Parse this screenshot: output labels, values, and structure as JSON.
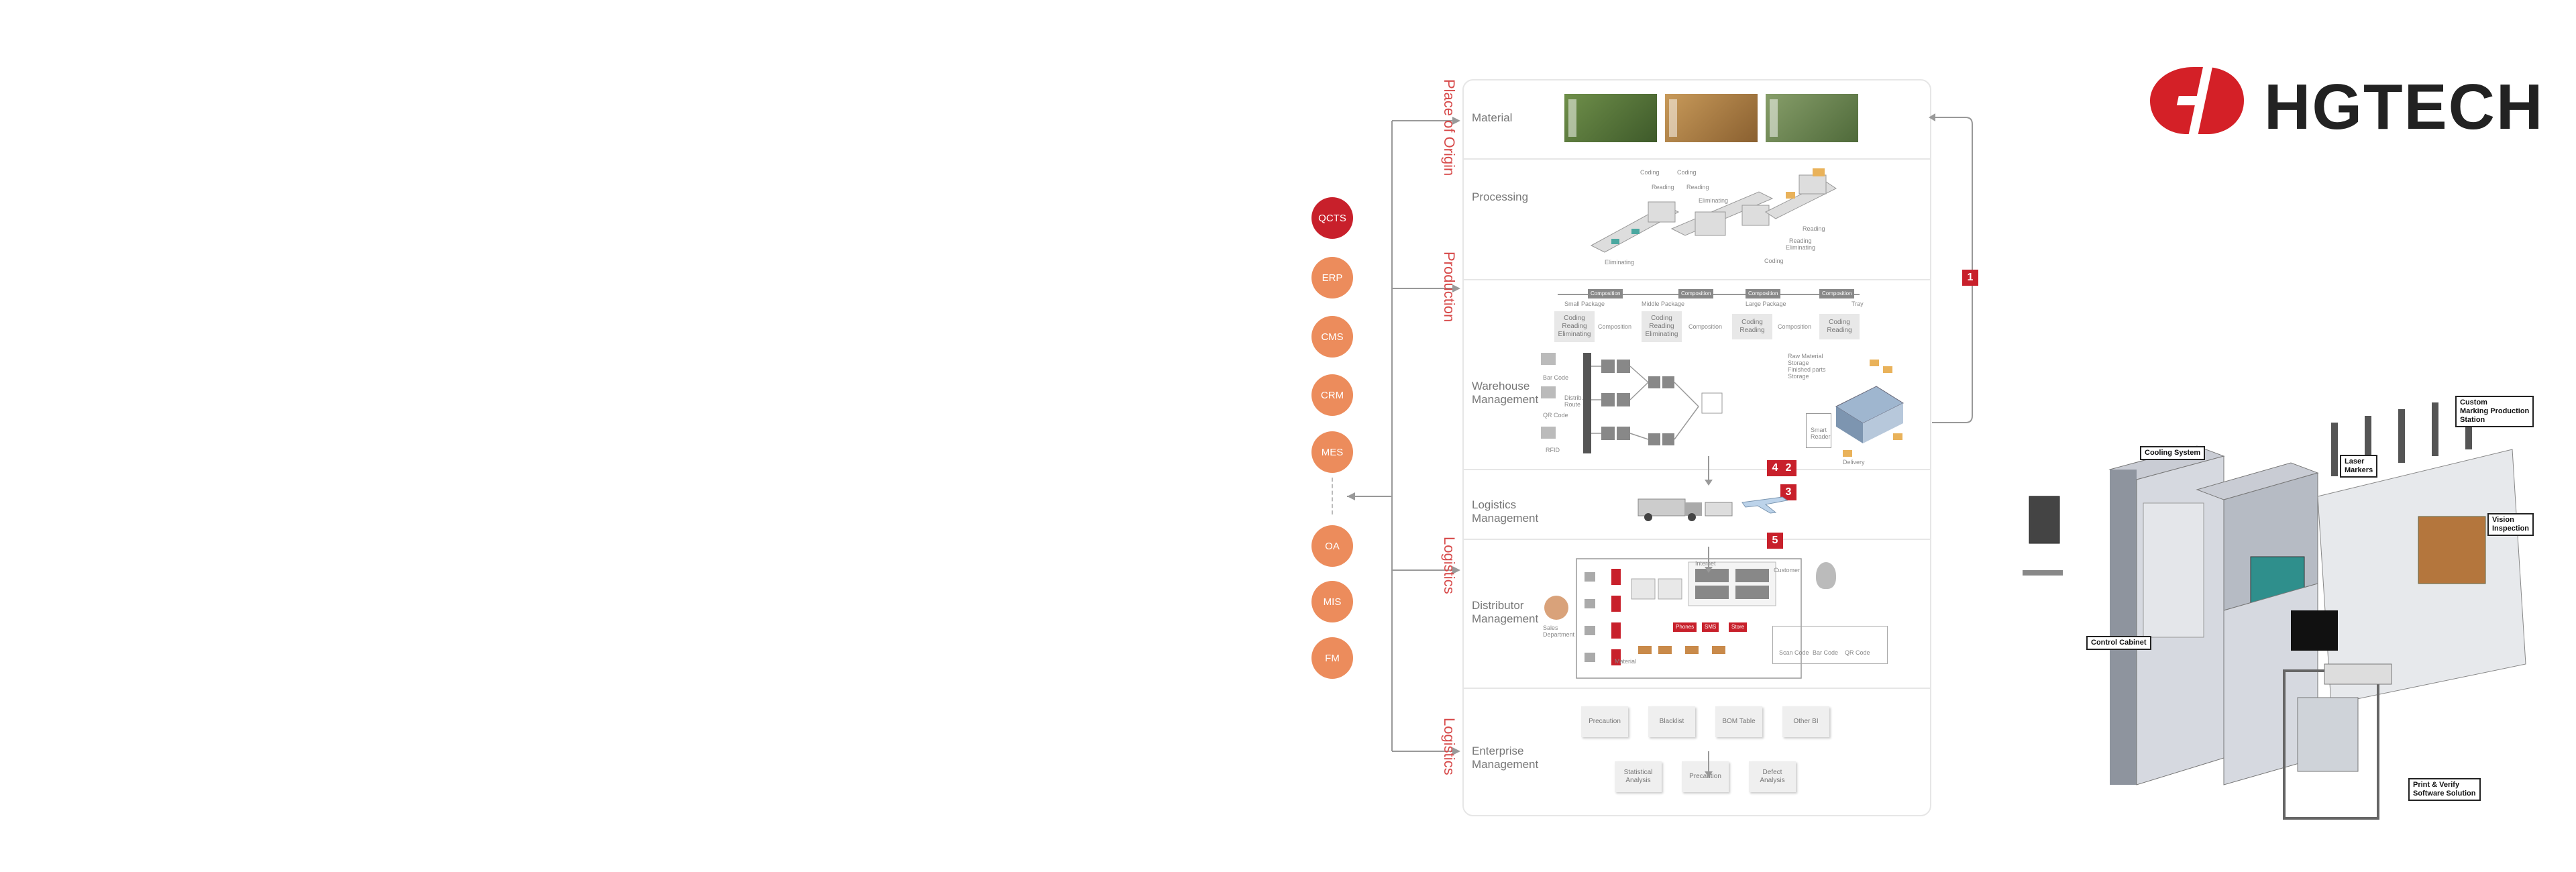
{
  "brand": {
    "name": "HGTECH",
    "color": "#d42027"
  },
  "systems": [
    "QCTS",
    "ERP",
    "CMS",
    "CRM",
    "MES",
    "OA",
    "MIS",
    "FM"
  ],
  "vertical_labels": [
    "Place of Origin",
    "Production",
    "Logistics",
    "Logistics"
  ],
  "rows": {
    "material": "Material",
    "processing": "Processing",
    "warehouse": [
      "Warehouse",
      "Management"
    ],
    "logistics": [
      "Logistics",
      "Management"
    ],
    "distributor": [
      "Distributor",
      "Management"
    ],
    "enterprise": [
      "Enterprise",
      "Management"
    ]
  },
  "processing_labels": [
    "Coding",
    "Reading",
    "Coding",
    "Reading",
    "Eliminating",
    "Eliminating",
    "Eliminating",
    "Reading",
    "Reading",
    "Coding"
  ],
  "packages": [
    "Small Package",
    "Middle Package",
    "Large Package",
    "Tray"
  ],
  "composition": "Composition",
  "coding_group": [
    "Coding",
    "Reading",
    "Eliminating"
  ],
  "coding_pair": [
    "Coding",
    "Reading"
  ],
  "warehouse_labels": {
    "storage": [
      "Raw Material",
      "Storage",
      "Finished parts",
      "Storage"
    ],
    "smart_reader": [
      "Smart",
      "Reader"
    ],
    "delivery": "Delivery",
    "bar_code": "Bar Code",
    "distribution_route": [
      "Distrib.",
      "Route"
    ],
    "qr_code": "QR Code",
    "rfid": "RFID"
  },
  "distributor_labels": {
    "sales": [
      "Sales",
      "Department"
    ],
    "customer": "Customer",
    "material": "Material",
    "internet": "Internet",
    "bottom_tags": [
      "Scan Code",
      "Bar Code",
      "QR Code"
    ],
    "red_tags": [
      "Phones",
      "SMS",
      "Store"
    ]
  },
  "enterprise_boxes_top": [
    "Precaution",
    "Blacklist",
    "BOM Table",
    "Other BI"
  ],
  "enterprise_boxes_bottom": [
    [
      "Statistical",
      "Analysis"
    ],
    "Precaution",
    [
      "Defect",
      "Analysis"
    ]
  ],
  "badges": [
    "1",
    "2",
    "3",
    "4",
    "5"
  ],
  "machine_callouts": [
    "Cooling System",
    [
      "Custom",
      "Marking Production",
      "Station"
    ],
    [
      "Laser",
      "Markers"
    ],
    [
      "Vision",
      "Inspection"
    ],
    "Control Cabinet",
    [
      "Print & Verify",
      "Software Solution"
    ]
  ],
  "colors": {
    "accent_red": "#c8202b",
    "orange": "#ec8c5c",
    "label_red": "#d74a4a"
  }
}
